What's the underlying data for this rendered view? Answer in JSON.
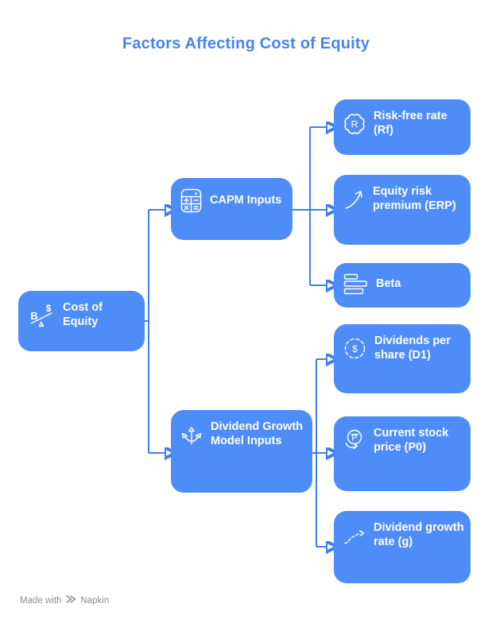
{
  "title": "Factors Affecting Cost of Equity",
  "diagram": {
    "root": {
      "label": "Cost of Equity",
      "icon": "balance-seesaw-icon"
    },
    "branches": [
      {
        "label": "CAPM Inputs",
        "icon": "calculator-icon",
        "children": [
          {
            "label": "Risk-free rate (Rf)",
            "icon": "certified-badge-icon"
          },
          {
            "label": "Equity risk premium (ERP)",
            "icon": "rising-curve-arrow-icon"
          },
          {
            "label": "Beta",
            "icon": "horizontal-bars-icon"
          }
        ]
      },
      {
        "label": "Dividend Growth Model Inputs",
        "icon": "branching-arrows-icon",
        "children": [
          {
            "label": "Dividends per share (D1)",
            "icon": "dollar-coin-icon"
          },
          {
            "label": "Current stock price (P0)",
            "icon": "peso-price-arrow-icon"
          },
          {
            "label": "Dividend growth rate (g)",
            "icon": "dashed-growth-arrow-icon"
          }
        ]
      }
    ]
  },
  "watermark": {
    "prefix": "Made with",
    "brand": "Napkin"
  },
  "colors": {
    "background": "#FFFFFF",
    "node_fill": "#4E8DF7",
    "node_text": "#FFFFFF",
    "connector": "#3F7EEF",
    "title_text": "#4584F2",
    "watermark_text": "#8E8E8E"
  }
}
